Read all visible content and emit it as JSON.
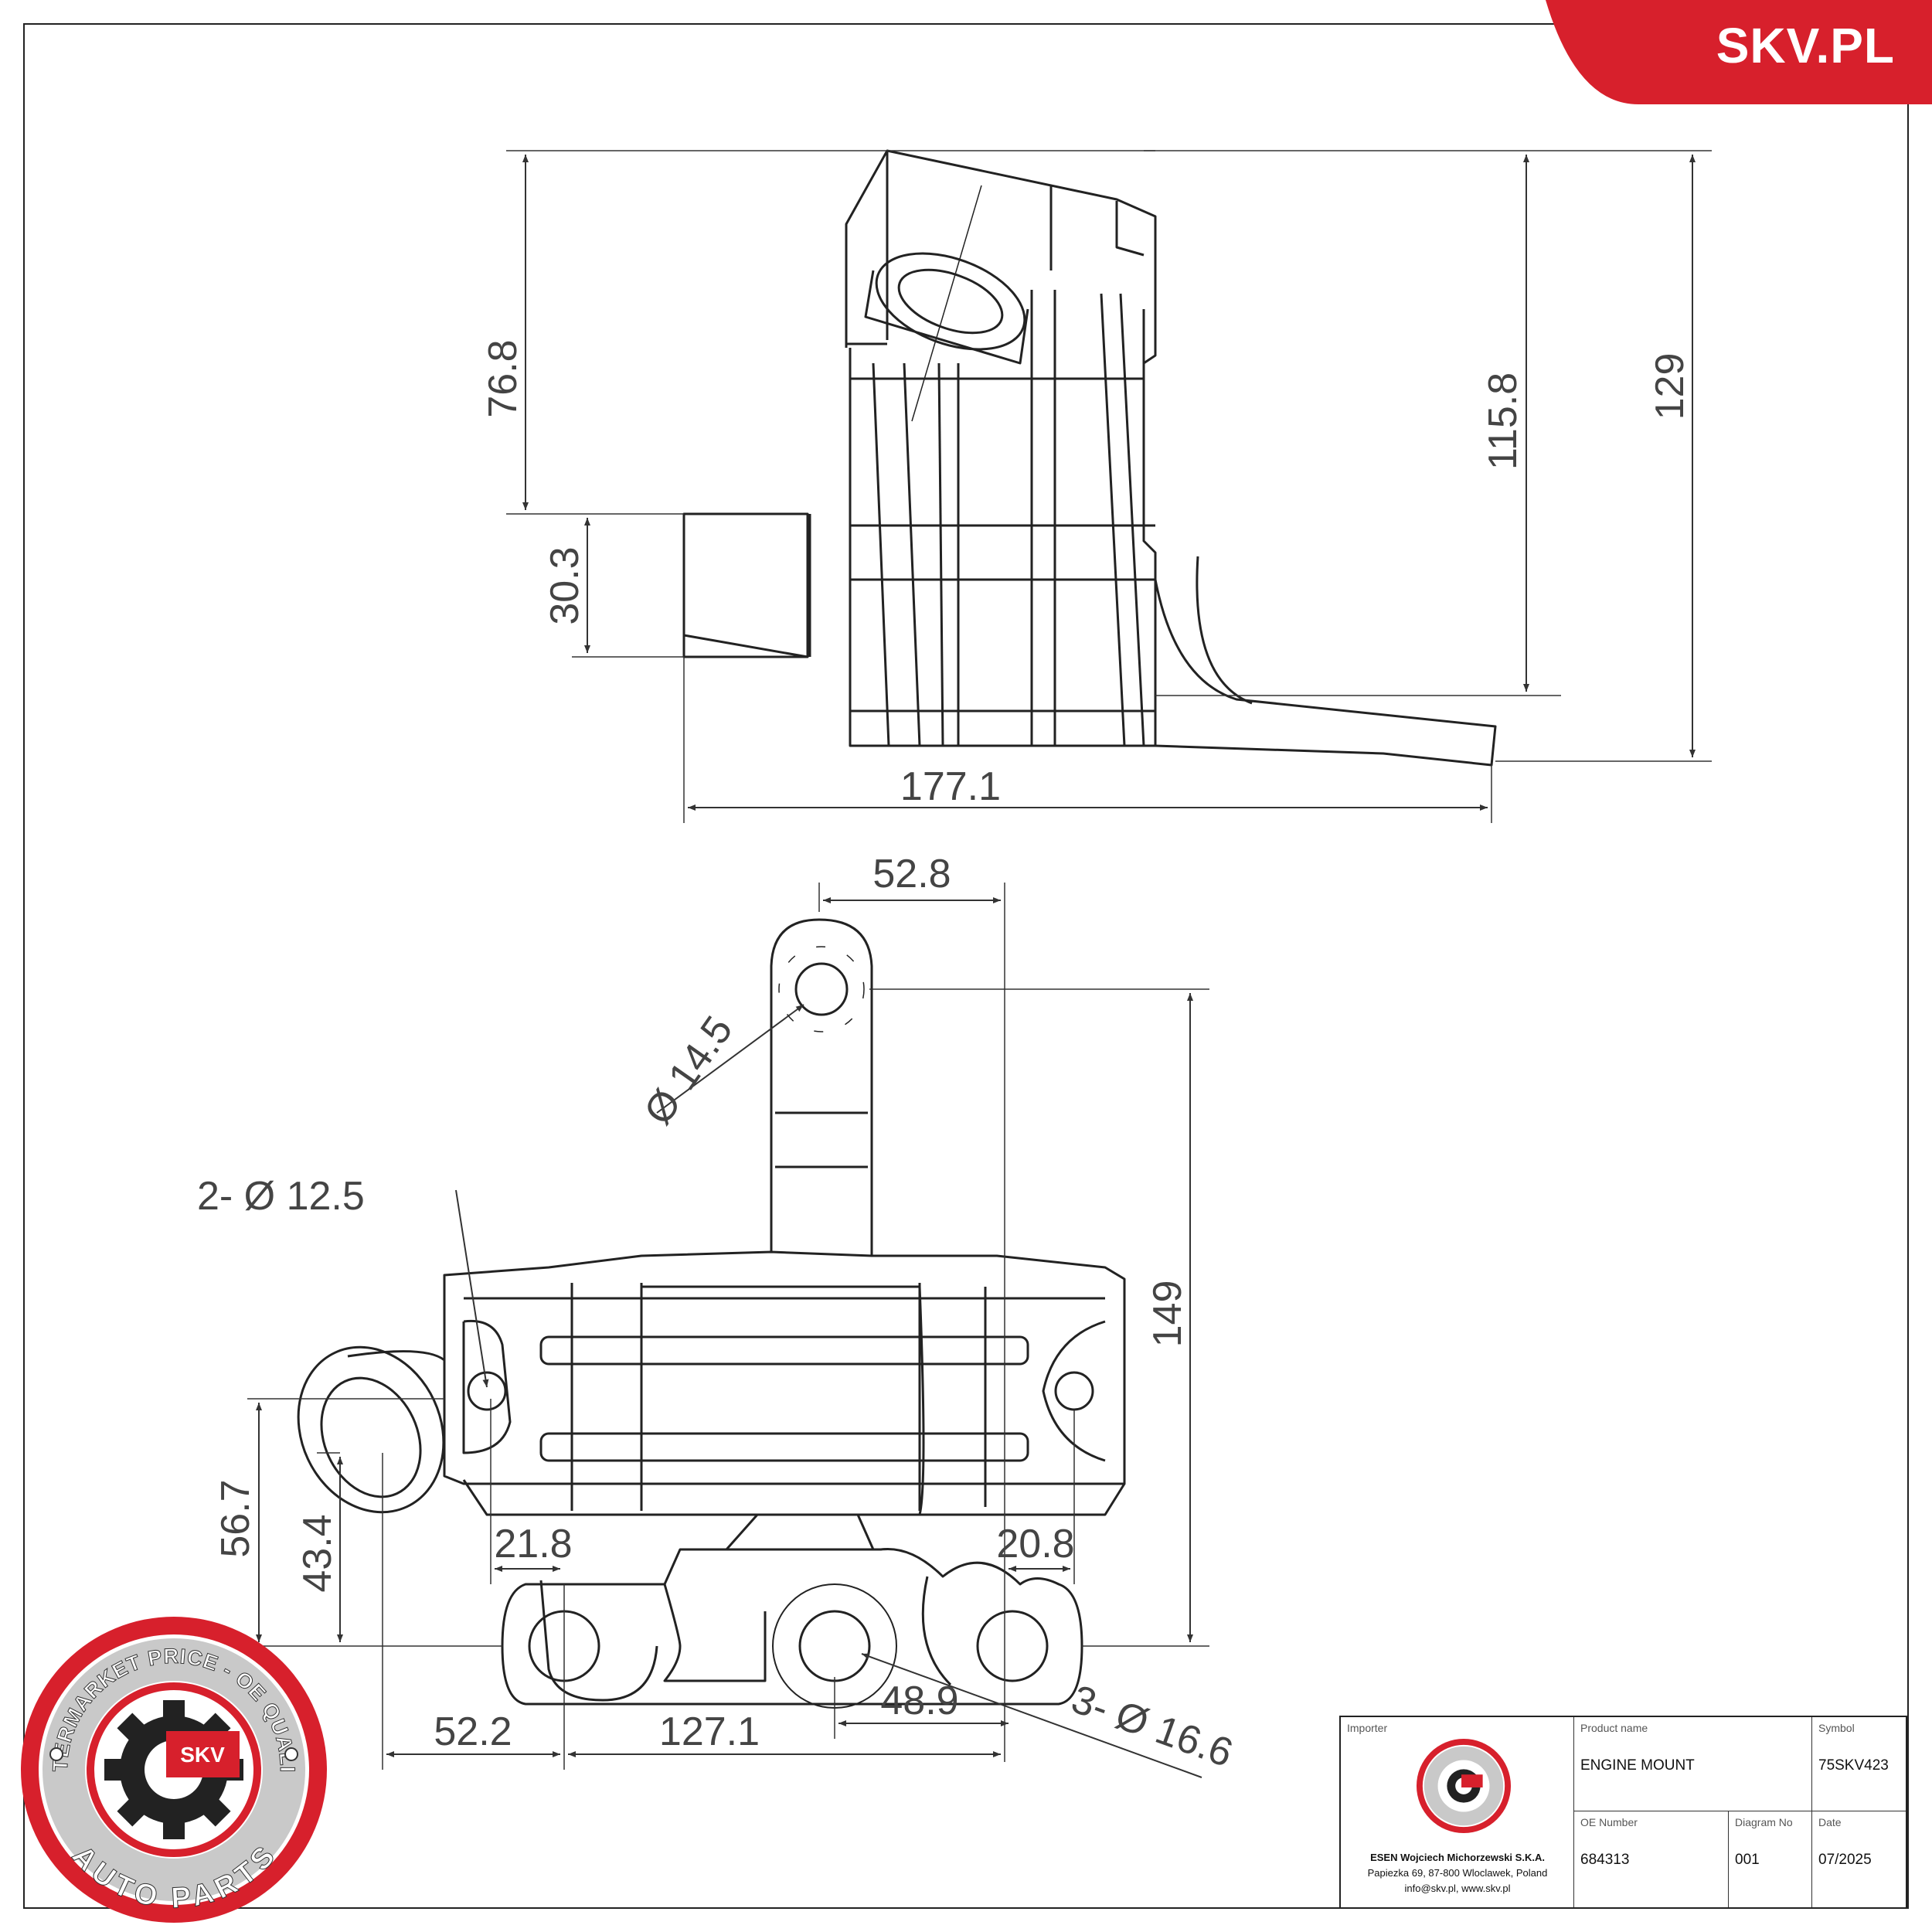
{
  "brand": {
    "name": "SKV.PL"
  },
  "seal": {
    "text_top": "AFTERMARKET PRICE - OE QUALITY",
    "text_bottom": "AUTO PARTS",
    "center": "SKV"
  },
  "dimensions": {
    "top_view": {
      "d1": "76.8",
      "d2": "30.3",
      "d3": "115.8",
      "d4": "129",
      "d5": "177.1"
    },
    "bottom_view": {
      "d1": "52.8",
      "d2": "Ø 14.5",
      "d3": "2- Ø 12.5",
      "d4": "149",
      "d5": "56.7",
      "d6": "43.4",
      "d7": "21.8",
      "d8": "20.8",
      "d9": "52.2",
      "d10": "127.1",
      "d11": "48.9",
      "d12": "3- Ø 16.6"
    }
  },
  "titleblock": {
    "importer_label": "Importer",
    "company": "ESEN Wojciech Michorzewski S.K.A.",
    "address": "Papiezka 69, 87-800 Wloclawek, Poland",
    "contact": "info@skv.pl, www.skv.pl",
    "product_label": "Product name",
    "product_value": "ENGINE MOUNT",
    "symbol_label": "Symbol",
    "symbol_value": "75SKV423",
    "oe_label": "OE Number",
    "oe_value": "684313",
    "diagram_label": "Diagram No",
    "diagram_value": "001",
    "date_label": "Date",
    "date_value": "07/2025"
  },
  "colors": {
    "brand_red": "#d7202c",
    "line": "#222222",
    "dim_text": "#444444"
  }
}
